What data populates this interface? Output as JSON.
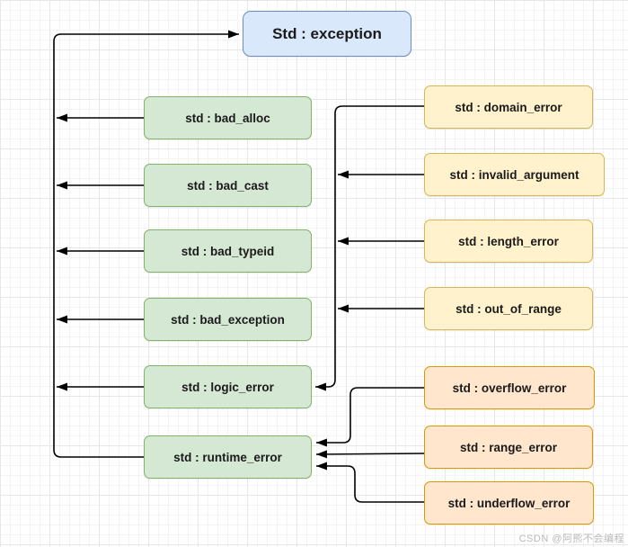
{
  "diagram": {
    "nodes": [
      {
        "id": "exception",
        "label": "Std : exception",
        "role": "root"
      },
      {
        "id": "bad_alloc",
        "label": "std : bad_alloc",
        "role": "child-of-exception"
      },
      {
        "id": "bad_cast",
        "label": "std : bad_cast",
        "role": "child-of-exception"
      },
      {
        "id": "bad_typeid",
        "label": "std : bad_typeid",
        "role": "child-of-exception"
      },
      {
        "id": "bad_exception",
        "label": "std : bad_exception",
        "role": "child-of-exception"
      },
      {
        "id": "logic_error",
        "label": "std : logic_error",
        "role": "child-of-exception"
      },
      {
        "id": "runtime_error",
        "label": "std : runtime_error",
        "role": "child-of-exception"
      },
      {
        "id": "domain_error",
        "label": "std : domain_error",
        "role": "child-of-logic_error"
      },
      {
        "id": "invalid_argument",
        "label": "std : invalid_argument",
        "role": "child-of-logic_error"
      },
      {
        "id": "length_error",
        "label": "std : length_error",
        "role": "child-of-logic_error"
      },
      {
        "id": "out_of_range",
        "label": "std : out_of_range",
        "role": "child-of-logic_error"
      },
      {
        "id": "overflow_error",
        "label": "std : overflow_error",
        "role": "child-of-runtime_error"
      },
      {
        "id": "range_error",
        "label": "std : range_error",
        "role": "child-of-runtime_error"
      },
      {
        "id": "underflow_error",
        "label": "std : underflow_error",
        "role": "child-of-runtime_error"
      }
    ],
    "edges": [
      {
        "from": "bad_alloc",
        "to": "exception"
      },
      {
        "from": "bad_cast",
        "to": "exception"
      },
      {
        "from": "bad_typeid",
        "to": "exception"
      },
      {
        "from": "bad_exception",
        "to": "exception"
      },
      {
        "from": "logic_error",
        "to": "exception"
      },
      {
        "from": "runtime_error",
        "to": "exception"
      },
      {
        "from": "domain_error",
        "to": "logic_error"
      },
      {
        "from": "invalid_argument",
        "to": "logic_error"
      },
      {
        "from": "length_error",
        "to": "logic_error"
      },
      {
        "from": "out_of_range",
        "to": "logic_error"
      },
      {
        "from": "overflow_error",
        "to": "runtime_error"
      },
      {
        "from": "range_error",
        "to": "runtime_error"
      },
      {
        "from": "underflow_error",
        "to": "runtime_error"
      }
    ]
  },
  "colors": {
    "blue_fill": "#dae8fc",
    "blue_border": "#6c8ebf",
    "green_fill": "#d5e8d4",
    "green_border": "#82b366",
    "yellow_fill": "#fff2cc",
    "yellow_border": "#d6b656",
    "orange_fill": "#ffe6cc",
    "orange_border": "#d79b00",
    "arrow": "#000000"
  },
  "watermark": {
    "text": "CSDN @阿熊不会编程"
  }
}
